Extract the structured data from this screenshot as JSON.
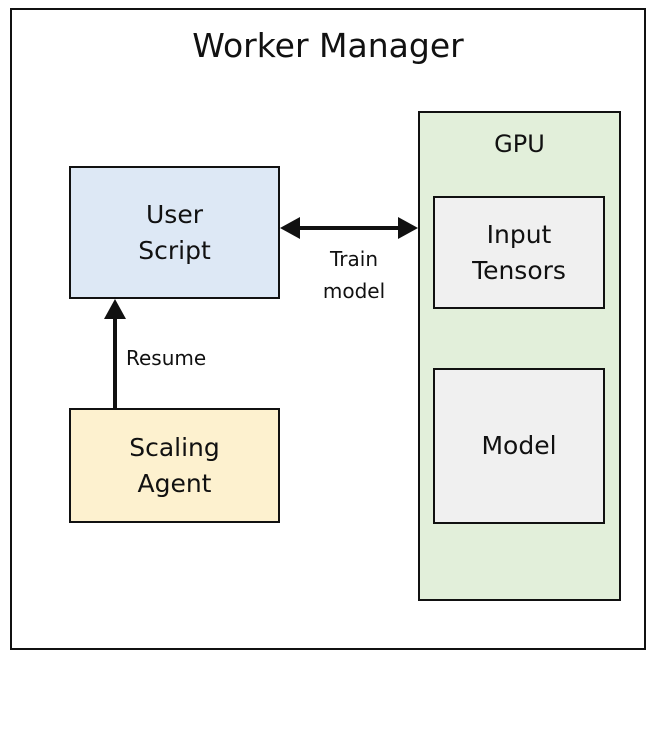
{
  "title": "Worker Manager",
  "nodes": {
    "user_script": {
      "label": "User\nScript",
      "fill": "#dde8f5"
    },
    "scaling_agent": {
      "label": "Scaling\nAgent",
      "fill": "#fdf1cf"
    },
    "gpu": {
      "label": "GPU",
      "fill": "#e2efda"
    },
    "input_tensors": {
      "label": "Input\nTensors",
      "fill": "#f0f0f0"
    },
    "model": {
      "label": "Model",
      "fill": "#f0f0f0"
    }
  },
  "edges": {
    "train": {
      "label": "Train\nmodel"
    },
    "resume": {
      "label": "Resume"
    }
  },
  "colors": {
    "stroke": "#111111",
    "background": "#ffffff"
  }
}
